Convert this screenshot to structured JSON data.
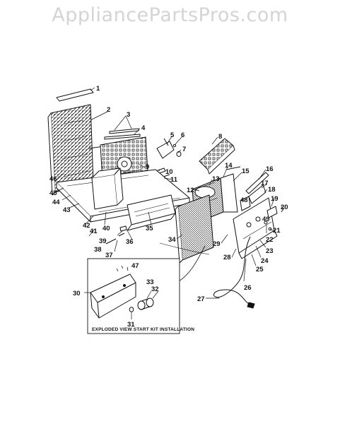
{
  "watermark": "AppliancePartsPros.com",
  "caption": "EXPLODED VIEW START KIT INSTALLATION",
  "labels": {
    "n1": "1",
    "n2": "2",
    "n3": "3",
    "n4": "4",
    "n5": "5",
    "n6": "6",
    "n7": "7",
    "n8": "8",
    "n9": "9",
    "n10": "10",
    "n11": "11",
    "n12": "12",
    "n13": "13",
    "n14": "14",
    "n15": "15",
    "n16": "16",
    "n17": "17",
    "n18": "18",
    "n19": "19",
    "n20": "20",
    "n21": "21",
    "n22": "22",
    "n23": "23",
    "n24": "24",
    "n25": "25",
    "n26": "26",
    "n27": "27",
    "n28": "28",
    "n29": "29",
    "n30": "30",
    "n31": "31",
    "n32": "32",
    "n33": "33",
    "n34": "34",
    "n35": "35",
    "n36": "36",
    "n37": "37",
    "n38": "38",
    "n39": "39",
    "n40": "40",
    "n41": "41",
    "n42": "42",
    "n43": "43",
    "n44": "44",
    "n45": "45",
    "n46": "46",
    "n47": "47",
    "n48": "48",
    "n49": "49"
  },
  "colors": {
    "ink": "#111111",
    "watermark": "#d4d4d4",
    "background": "#ffffff"
  }
}
